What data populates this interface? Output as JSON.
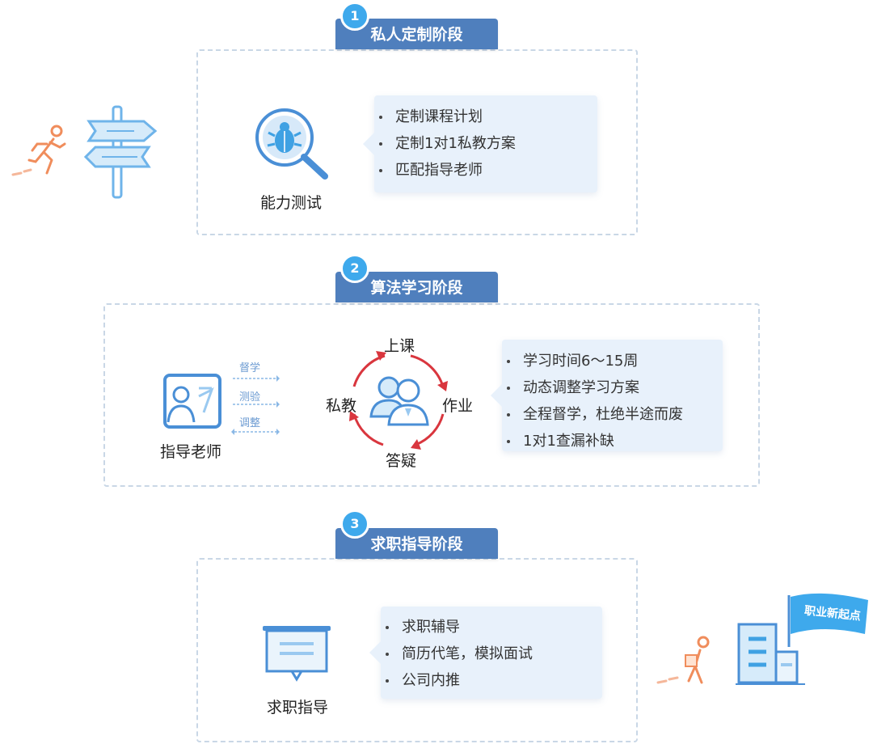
{
  "stages": [
    {
      "number": "1",
      "title": "私人定制阶段",
      "main_label": "能力测试",
      "items": [
        "定制课程计划",
        "定制1对1私教方案",
        "匹配指导老师"
      ]
    },
    {
      "number": "2",
      "title": "算法学习阶段",
      "teacher_label": "指导老师",
      "arrow_labels": [
        "督学",
        "测验",
        "调整"
      ],
      "cycle": {
        "top": "上课",
        "right": "作业",
        "bottom": "答疑",
        "left": "私教"
      },
      "items": [
        "学习时间6～15周",
        "动态调整学习方案",
        "全程督学，杜绝半途而废",
        "1对1查漏补缺"
      ]
    },
    {
      "number": "3",
      "title": "求职指导阶段",
      "main_label": "求职指导",
      "items": [
        "求职辅导",
        "简历代笔，模拟面试",
        "公司内推"
      ]
    }
  ],
  "flag_text": "职业新起点",
  "colors": {
    "tab": "#4f7fbd",
    "num": "#3ea9ec",
    "icon": "#4a8fd6",
    "arrow": "#d9363e",
    "accent": "#f08d5c"
  }
}
